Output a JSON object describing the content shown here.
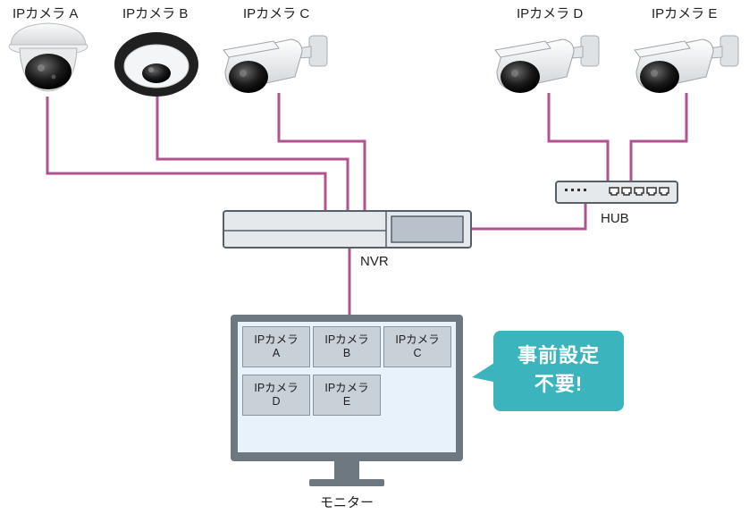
{
  "cameras": {
    "a": "IPカメラ A",
    "b": "IPカメラ B",
    "c": "IPカメラ C",
    "d": "IPカメラ D",
    "e": "IPカメラ E"
  },
  "devices": {
    "hub": "HUB",
    "nvr": "NVR",
    "monitor": "モニター"
  },
  "screen_tiles": [
    {
      "top": "IPカメラ",
      "bottom": "A"
    },
    {
      "top": "IPカメラ",
      "bottom": "B"
    },
    {
      "top": "IPカメラ",
      "bottom": "C"
    },
    {
      "top": "IPカメラ",
      "bottom": "D"
    },
    {
      "top": "IPカメラ",
      "bottom": "E"
    }
  ],
  "callout": {
    "line1": "事前設定",
    "line2": "不要!"
  },
  "colors": {
    "cable": "#b0548f",
    "callout": "#3bb4be",
    "device_fill": "#e6e9ec",
    "device_stroke": "#55606a",
    "monitor_frame": "#6e7880",
    "screen": "#e8f2fa"
  }
}
